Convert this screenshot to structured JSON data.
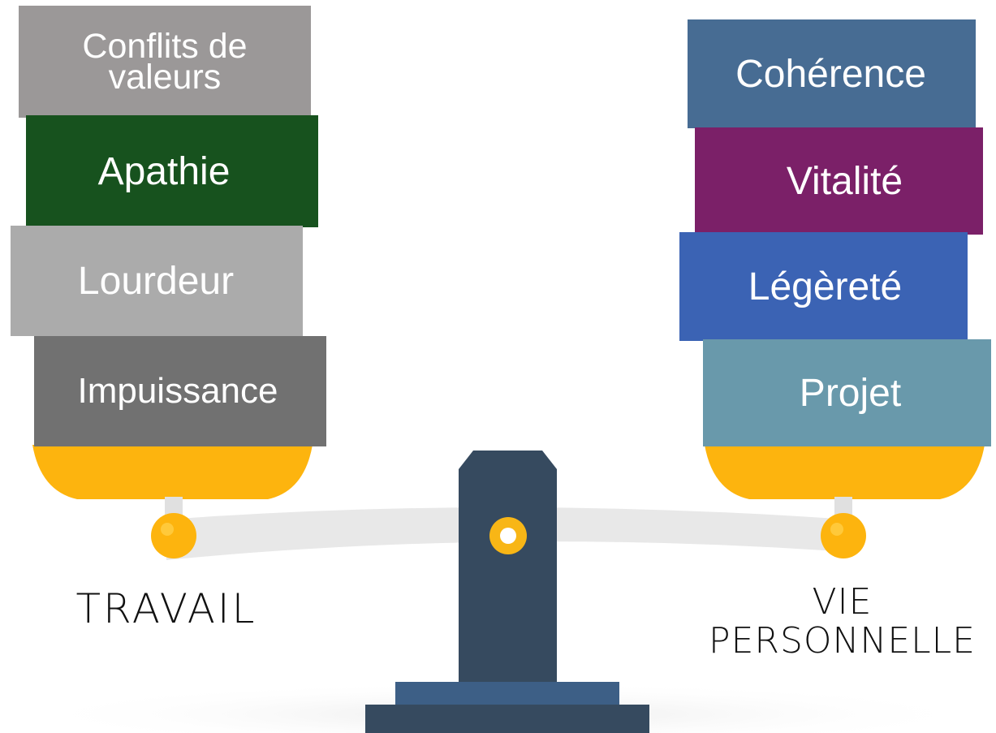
{
  "left_stack": {
    "items": [
      {
        "label": "Conflits de\nvaleurs",
        "color": "#9b9898"
      },
      {
        "label": "Apathie",
        "color": "#17521e"
      },
      {
        "label": "Lourdeur",
        "color": "#ababab"
      },
      {
        "label": "Impuissance",
        "color": "#717171"
      }
    ]
  },
  "right_stack": {
    "items": [
      {
        "label": "Cohérence",
        "color": "#476c93"
      },
      {
        "label": "Vitalité",
        "color": "#7b2068"
      },
      {
        "label": "Légèreté",
        "color": "#3b63b4"
      },
      {
        "label": "Projet",
        "color": "#6999ab"
      }
    ]
  },
  "labels": {
    "left": "TRAVAIL",
    "right": "VIE\nPERSONNELLE"
  },
  "colors": {
    "pan": "#fdb40e",
    "pan_highlight": "#ffc93a",
    "beam": "#e8e8e8",
    "stand": "#364a5f",
    "stand_base_top": "#3d5f86",
    "pivot_ring": "#f8b616"
  }
}
